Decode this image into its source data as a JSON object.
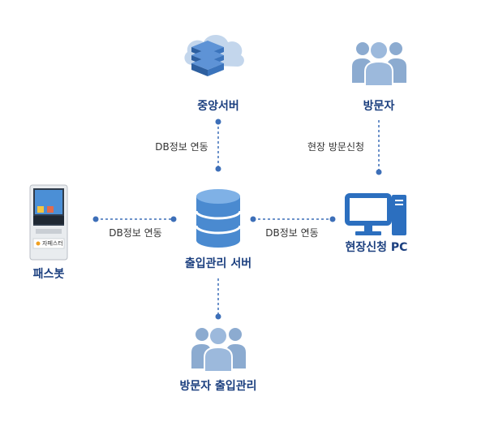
{
  "nodes": {
    "central_server": {
      "label": "중앙서버",
      "icon": "cloud-server-icon"
    },
    "visitor": {
      "label": "방문자",
      "icon": "people-group-icon"
    },
    "passbot": {
      "label": "패스봇",
      "icon": "kiosk-icon",
      "screen_brand": "자페스터"
    },
    "access_server": {
      "label": "출입관리 서버",
      "icon": "database-icon"
    },
    "site_pc": {
      "label": "현장신청 PC",
      "icon": "desktop-pc-icon"
    },
    "visitor_access": {
      "label": "방문자 출입관리",
      "icon": "people-group-icon"
    }
  },
  "edges": {
    "central_to_access": "DB정보 연동",
    "visitor_to_pc": "현장 방문신청",
    "passbot_to_access": "DB정보 연동",
    "pc_to_access": "DB정보 연동"
  },
  "colors": {
    "label_text": "#1b3f7f",
    "connector": "#3d6fb8",
    "icon_blue": "#3d78c2",
    "icon_light": "#a9c3e0",
    "person_gray": "#8cabd0",
    "edge_text": "#333333"
  }
}
